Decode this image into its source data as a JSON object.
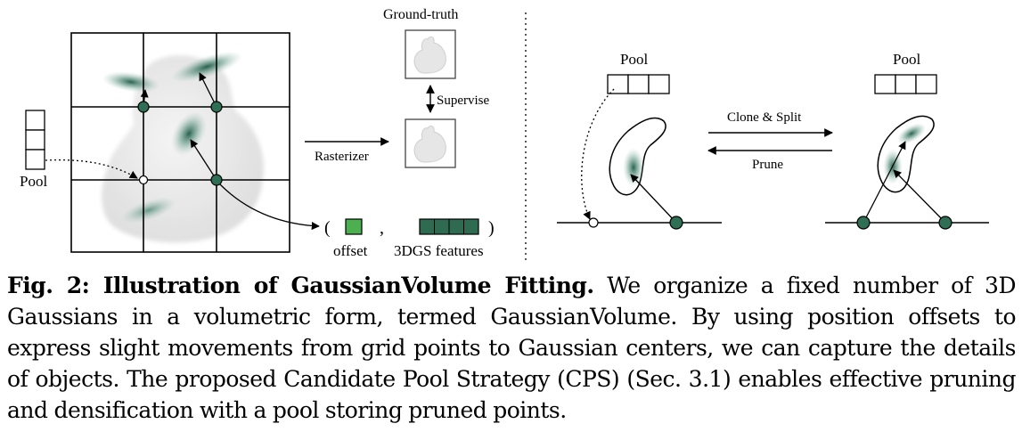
{
  "figure": {
    "left_pool_label": "Pool",
    "rasterizer_label": "Rasterizer",
    "ground_truth_label": "Ground-truth",
    "supervise_label": "Supervise",
    "tuple_open": "(",
    "tuple_comma": ",",
    "tuple_close": ")",
    "offset_label": "offset",
    "features_label": "3DGS features",
    "right_pool_left_label": "Pool",
    "right_pool_right_label": "Pool",
    "clone_split_label": "Clone & Split",
    "prune_label": "Prune",
    "colors": {
      "node": "#2f6f55",
      "gaussian": "#2f6f55",
      "offset_box": "#4caf50",
      "features_box": "#2e6b50"
    }
  },
  "caption": {
    "label": "Fig. 2: Illustration of GaussianVolume Fitting.",
    "text": "We organize a fixed number of 3D Gaussians in a volumetric form, termed GaussianVolume. By using position offsets to express slight movements from grid points to Gaussian centers, we can capture the details of objects. The proposed Candidate Pool Strategy (CPS) (Sec. 3.1) enables effective pruning and densification with a pool storing pruned points."
  }
}
